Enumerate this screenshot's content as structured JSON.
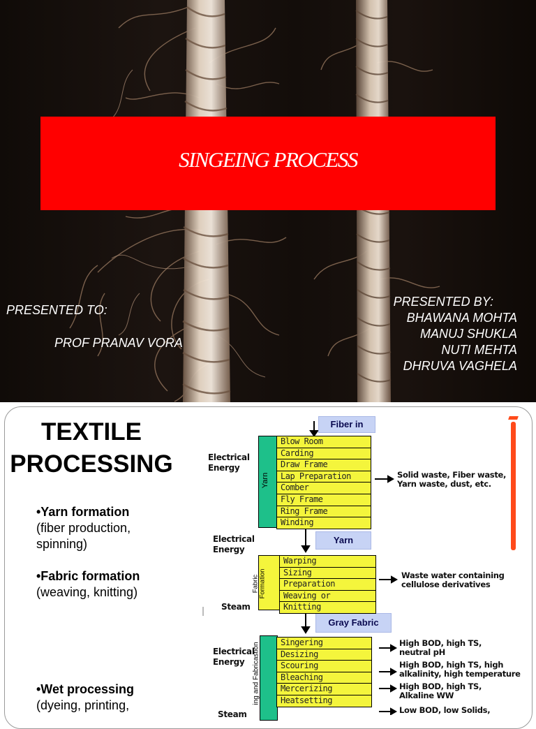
{
  "slide1": {
    "title": "SINGEING PROCESS",
    "presented_to_label": "PRESENTED TO:",
    "presented_to_name": "PROF PRANAV VORA",
    "presented_by_label": "PRESENTED BY:",
    "presented_by_members": [
      "BHAWANA MOHTA",
      "MANUJ SHUKLA",
      "NUTI MEHTA",
      "DHRUVA VAGHELA"
    ],
    "colors": {
      "title_box": "#ff0000",
      "background": "#140e0b"
    }
  },
  "slide2": {
    "title_line1": "TEXTILE",
    "title_line2": "PROCESSING",
    "bullets": [
      {
        "title": "•Yarn formation",
        "desc1": "(fiber production,",
        "desc2": "spinning)"
      },
      {
        "title": "•Fabric formation",
        "desc1": "(weaving, knitting)",
        "desc2": ""
      },
      {
        "title": "•Wet processing",
        "desc1": "(dyeing, printing,",
        "desc2": ""
      }
    ],
    "diagram": {
      "fiber_in": "Fiber in",
      "yarn_label": "Yarn",
      "gray_fabric_label": "Gray Fabric",
      "yarn_group_label": "Yarn",
      "fabric_group_label1": "Fabric",
      "fabric_group_label2": "Formation",
      "wet_group_label": "ing and Fabricastion",
      "yarn_steps": [
        "Blow Room",
        "Carding",
        "Draw Frame",
        "Lap Preparation",
        "Comber",
        "Fly Frame",
        "Ring Frame",
        "Winding"
      ],
      "fabric_steps": [
        "Warping",
        "Sizing",
        "Preparation",
        "Weaving or",
        "Knitting"
      ],
      "wet_steps": [
        "Singering",
        "Desizing",
        "Scouring",
        "Bleaching",
        "Mercerizing",
        "Heatsetting"
      ],
      "energy_1a": "Electrical",
      "energy_1b": "Energy",
      "energy_2a": "Electrical",
      "energy_2b": "Energy",
      "steam_1": "Steam",
      "energy_3a": "Electrical",
      "energy_3b": "Energy",
      "steam_2": "Steam",
      "waste_yarn_1": "Solid waste, Fiber waste,",
      "waste_yarn_2": "Yarn waste, dust, etc.",
      "waste_fabric_1": "Waste water containing",
      "waste_fabric_2": "cellulose derivatives",
      "waste_singeing_1": "High BOD, high TS,",
      "waste_singeing_2": "neutral pH",
      "waste_desizing_1": "High BOD, high TS, high",
      "waste_desizing_2": "alkalinity, high temperature",
      "waste_bleaching_1": "High BOD, high TS,",
      "waste_bleaching_2": "Alkaline WW",
      "waste_heat_1": "Low BOD, low Solids,"
    },
    "colors": {
      "steps_fill": "#f4f53c",
      "group_fill": "#1ec08a",
      "label_box": "#c7d3f5",
      "accent_bar": "#ff4a1a"
    }
  }
}
